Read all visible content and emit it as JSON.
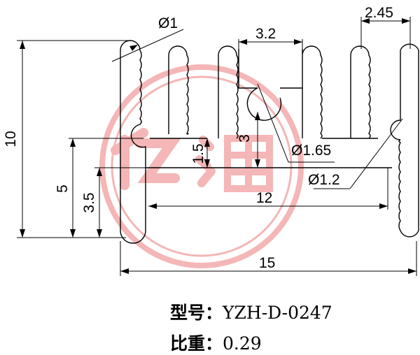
{
  "drawing": {
    "dimensions": {
      "dia_fin_tip": "Ø1",
      "fin_gap": "3.2",
      "fin_pitch": "2.45",
      "height_total": "10",
      "height_base_outer": "5",
      "height_base_inner": "3.5",
      "height_step": "1.5",
      "height_slot": "3",
      "dia_slot_hole": "Ø1.65",
      "dia_side_hole": "Ø1.2",
      "width_inner": "12",
      "width_total": "15"
    }
  },
  "caption": {
    "model_label": "型号：",
    "model_value": "YZH-D-0247",
    "density_label": "比重：",
    "density_value": "0.29"
  }
}
